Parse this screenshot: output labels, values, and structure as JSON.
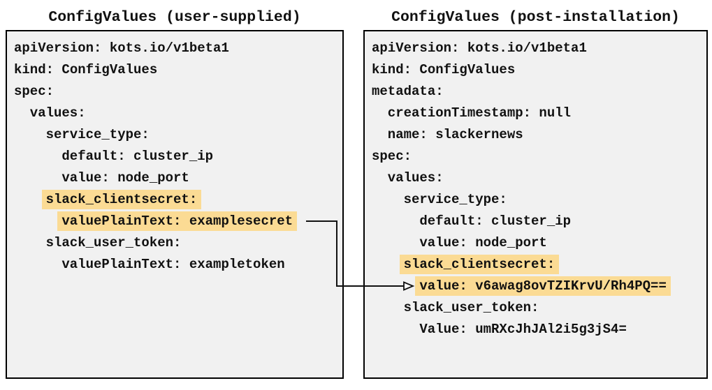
{
  "left_panel": {
    "title": "ConfigValues (user-supplied)",
    "lines": [
      {
        "text": "apiVersion: kots.io/v1beta1",
        "indent": 0,
        "highlight": false
      },
      {
        "text": "kind: ConfigValues",
        "indent": 0,
        "highlight": false
      },
      {
        "text": "spec:",
        "indent": 0,
        "highlight": false
      },
      {
        "text": "values:",
        "indent": 1,
        "highlight": false
      },
      {
        "text": "service_type:",
        "indent": 2,
        "highlight": false
      },
      {
        "text": "default: cluster_ip",
        "indent": 3,
        "highlight": false
      },
      {
        "text": "value: node_port",
        "indent": 3,
        "highlight": false
      },
      {
        "text": "slack_clientsecret:",
        "indent": 2,
        "highlight": true
      },
      {
        "text": "valuePlainText: examplesecret",
        "indent": 3,
        "highlight": true
      },
      {
        "text": "slack_user_token:",
        "indent": 2,
        "highlight": false
      },
      {
        "text": "valuePlainText: exampletoken",
        "indent": 3,
        "highlight": false
      }
    ]
  },
  "right_panel": {
    "title": "ConfigValues (post-installation)",
    "lines": [
      {
        "text": "apiVersion: kots.io/v1beta1",
        "indent": 0,
        "highlight": false
      },
      {
        "text": "kind: ConfigValues",
        "indent": 0,
        "highlight": false
      },
      {
        "text": "metadata:",
        "indent": 0,
        "highlight": false
      },
      {
        "text": "creationTimestamp: null",
        "indent": 1,
        "highlight": false
      },
      {
        "text": "name: slackernews",
        "indent": 1,
        "highlight": false
      },
      {
        "text": "spec:",
        "indent": 0,
        "highlight": false
      },
      {
        "text": "values:",
        "indent": 1,
        "highlight": false
      },
      {
        "text": "service_type:",
        "indent": 2,
        "highlight": false
      },
      {
        "text": "default: cluster_ip",
        "indent": 3,
        "highlight": false
      },
      {
        "text": "value: node_port",
        "indent": 3,
        "highlight": false
      },
      {
        "text": "slack_clientsecret:",
        "indent": 2,
        "highlight": true
      },
      {
        "text": "value: v6awag8ovTZIKrvU/Rh4PQ==",
        "indent": 3,
        "highlight": true
      },
      {
        "text": "slack_user_token:",
        "indent": 2,
        "highlight": false
      },
      {
        "text": "Value: umRXcJhJAl2i5g3jS4=",
        "indent": 3,
        "highlight": false
      }
    ]
  },
  "arrow": {
    "from": "valuePlainText: examplesecret",
    "to": "value: v6awag8ovTZIKrvU/Rh4PQ=="
  },
  "colors": {
    "highlight": "#fbdb94",
    "panel_background": "#f1f1f1",
    "border": "#000000",
    "text": "#111111",
    "page_background": "#ffffff"
  }
}
